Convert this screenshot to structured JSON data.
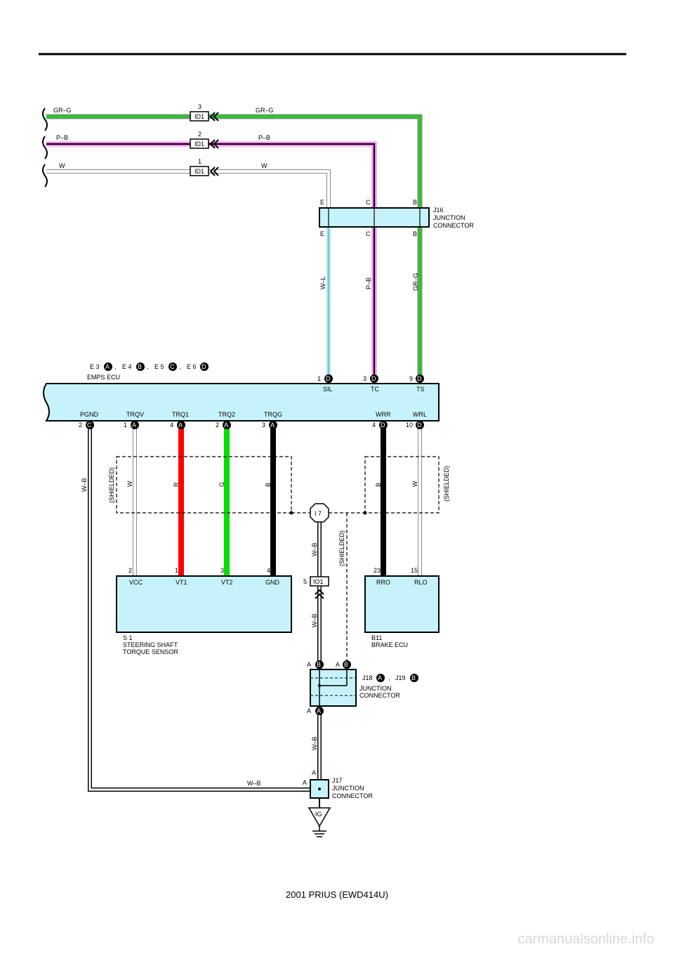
{
  "footer": "2001 PRIUS (EWD414U)",
  "watermark": "carmanualsonline.info",
  "colors": {
    "connector_fill": "#c6f3fb",
    "wire_green": "#00e000",
    "wire_pink": "#f08af0",
    "wire_red": "#ff0000",
    "wire_lightblue": "#a0ecf8",
    "wire_black": "#000000",
    "wire_gray": "#8a8a8a"
  },
  "top_wires": [
    {
      "name": "GR–G",
      "connector": "ID1",
      "pin": "3"
    },
    {
      "name": "P–B",
      "connector": "ID1",
      "pin": "2"
    },
    {
      "name": "W",
      "connector": "ID1",
      "pin": "1"
    }
  ],
  "j16": {
    "title_lines": [
      "J16",
      "JUNCTION",
      "CONNECTOR"
    ],
    "pins": [
      "E",
      "C",
      "B"
    ],
    "wire_labels": [
      "W–L",
      "P–B",
      "GR–G"
    ]
  },
  "emps_ecu": {
    "connectors_label": [
      {
        "name": "E 3",
        "letter": "A"
      },
      {
        "name": "E 4",
        "letter": "B"
      },
      {
        "name": "E 5",
        "letter": "C"
      },
      {
        "name": "E 6",
        "letter": "D"
      }
    ],
    "title": "EMPS ECU",
    "top_pins": [
      {
        "num": "1",
        "letter": "D",
        "name": "SIL"
      },
      {
        "num": "3",
        "letter": "D",
        "name": "TC"
      },
      {
        "num": "9",
        "letter": "D",
        "name": "TS"
      }
    ],
    "bottom_pins": [
      {
        "num": "2",
        "letter": "C",
        "name": "PGND"
      },
      {
        "num": "1",
        "letter": "A",
        "name": "TRQV"
      },
      {
        "num": "4",
        "letter": "A",
        "name": "TRQ1"
      },
      {
        "num": "2",
        "letter": "A",
        "name": "TRQ2"
      },
      {
        "num": "3",
        "letter": "A",
        "name": "TRQG"
      },
      {
        "num": "4",
        "letter": "D",
        "name": "WRR"
      },
      {
        "num": "10",
        "letter": "D",
        "name": "WRL"
      }
    ]
  },
  "wire_colors": {
    "pgnd": "W–B",
    "trqv": "W",
    "trq1": "R",
    "trq2": "G",
    "trqg": "B",
    "wrr": "B",
    "wrl": "W",
    "i7_down": "W–B",
    "io1_down": "W–B",
    "j18_down": "W–B",
    "ground_run": "W–B"
  },
  "shielded": "(SHIELDED)",
  "i7": "I 7",
  "io1": {
    "pin": "5",
    "name": "IO1"
  },
  "sensor": {
    "pins": [
      {
        "num": "2",
        "name": "VCC"
      },
      {
        "num": "1",
        "name": "VT1"
      },
      {
        "num": "3",
        "name": "VT2"
      },
      {
        "num": "4",
        "name": "GND"
      }
    ],
    "title_lines": [
      "S 1",
      "STEERING SHAFT",
      "TORQUE SENSOR"
    ]
  },
  "brake_ecu": {
    "pins": [
      {
        "num": "23",
        "name": "RRO"
      },
      {
        "num": "15",
        "name": "RLO"
      }
    ],
    "title_lines": [
      "B11",
      "BRAKE ECU"
    ]
  },
  "j18_j19": {
    "top_pins": [
      {
        "pin": "A",
        "letter": "B"
      },
      {
        "pin": "A",
        "letter": "B"
      }
    ],
    "bottom_pin": {
      "pin": "A",
      "letter": "A"
    },
    "label_a": "J18",
    "letter_a": "A",
    "label_b": "J19",
    "letter_b": "B",
    "title_lines": [
      "JUNCTION",
      "CONNECTOR"
    ]
  },
  "j17": {
    "pin_top": "A",
    "pin_left": "A",
    "title_lines": [
      "J17",
      "JUNCTION",
      "CONNECTOR"
    ]
  },
  "ground": "IG"
}
